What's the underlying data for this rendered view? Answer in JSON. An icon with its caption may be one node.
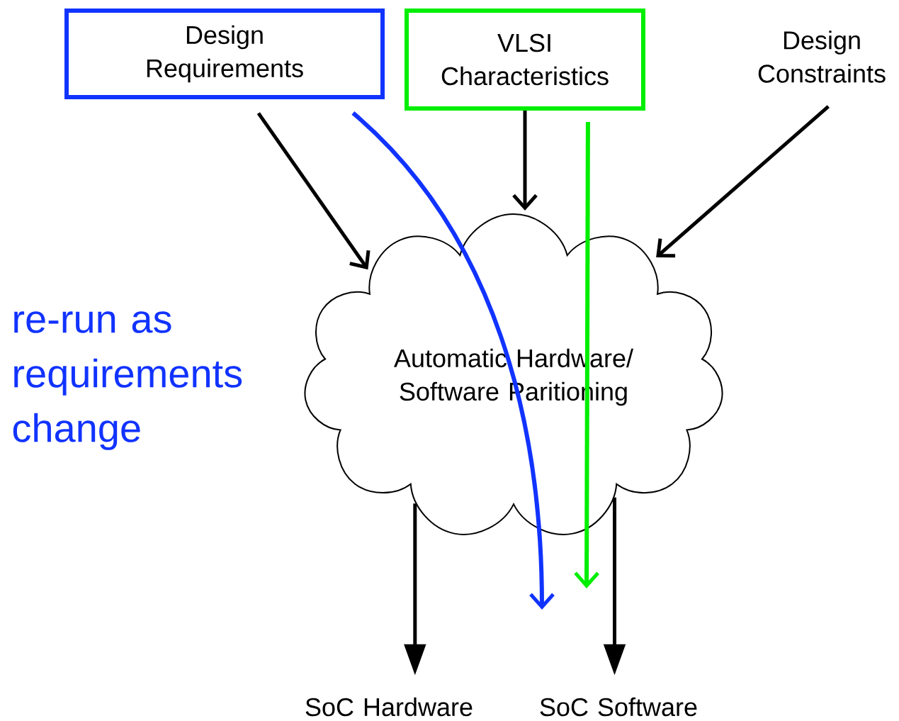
{
  "diagram": {
    "nodes": [
      {
        "text": [
          "Design Requirements"
        ]
      },
      {
        "text": [
          "VLSI Characteristics"
        ]
      },
      {
        "text": [
          "Design Constraints"
        ]
      },
      {
        "text": [
          "Automatic Hardware/ Software Paritioning"
        ]
      },
      {
        "text": [
          "SoC Hardware"
        ]
      },
      {
        "text": [
          "SoC Software"
        ]
      }
    ],
    "edges": [
      {
        "from": 0,
        "to": 3,
        "arrow": "to"
      },
      {
        "from": 1,
        "to": 3,
        "arrow": "to"
      },
      {
        "from": 2,
        "to": 3,
        "arrow": "to"
      },
      {
        "from": 3,
        "to": 4,
        "arrow": "to"
      },
      {
        "from": 3,
        "to": 5,
        "arrow": "to"
      },
      {
        "from": 0,
        "to": null,
        "arrow": "to",
        "color": "#1133ff"
      },
      {
        "from": 1,
        "to": null,
        "arrow": "to",
        "color": "#00ee00"
      }
    ],
    "labels": [
      "re-run as requirements change"
    ]
  }
}
